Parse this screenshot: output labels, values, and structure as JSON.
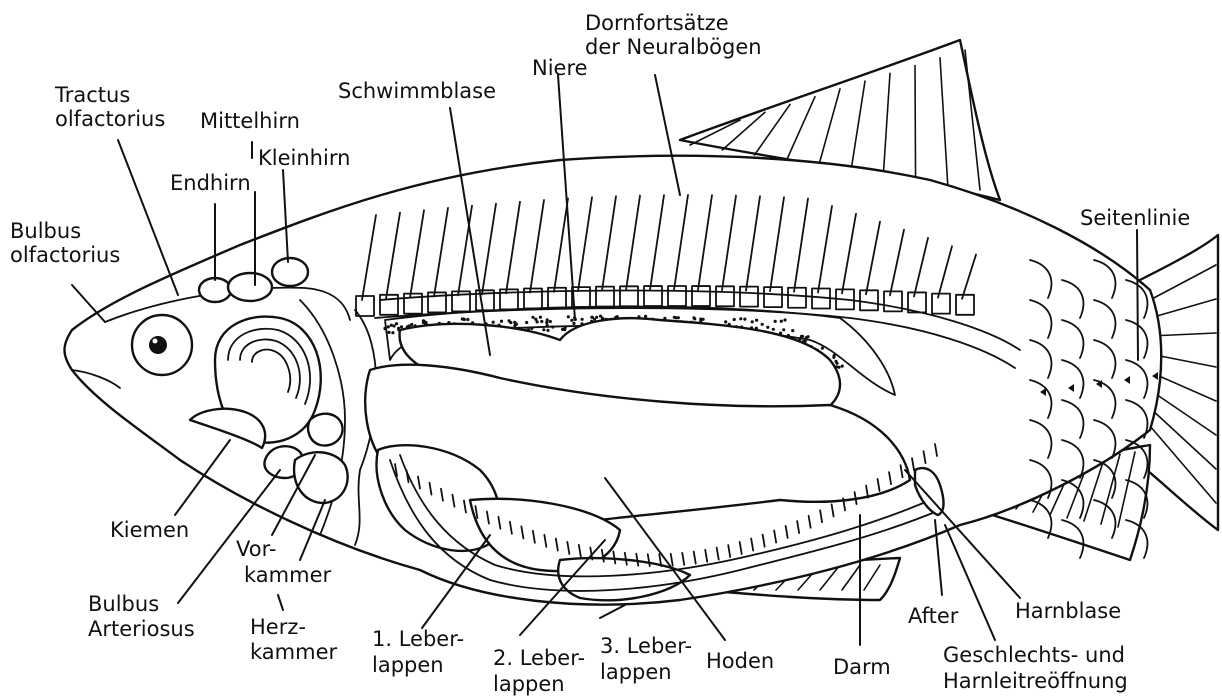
{
  "labels": {
    "dornfortsaetze": [
      "Dornfortsätze",
      "der Neuralbögen"
    ],
    "niere": [
      "Niere"
    ],
    "schwimmblase": [
      "Schwimmblase"
    ],
    "tractus": [
      "Tractus",
      "olfactorius"
    ],
    "mittelhirn": [
      "Mittelhirn"
    ],
    "kleinhirn": [
      "Kleinhirn"
    ],
    "endhirn": [
      "Endhirn"
    ],
    "bulbus_olf": [
      "Bulbus",
      "olfactorius"
    ],
    "seitenlinie": [
      "Seitenlinie"
    ],
    "kiemen": [
      "Kiemen"
    ],
    "vorkammer": [
      "Vor-",
      "kammer"
    ],
    "bulbus_art": [
      "Bulbus",
      "Arteriosus"
    ],
    "herzkammer": [
      "Herz-",
      "kammer"
    ],
    "leber1": [
      "1. Leber-",
      "lappen"
    ],
    "leber2": [
      "2. Leber-",
      "lappen"
    ],
    "leber3": [
      "3. Leber-",
      "lappen"
    ],
    "hoden": [
      "Hoden"
    ],
    "darm": [
      "Darm"
    ],
    "after": [
      "After"
    ],
    "harnblase": [
      "Harnblase"
    ],
    "geschlechts": [
      "Geschlechts- und",
      "Harnleitreöffnung"
    ]
  }
}
